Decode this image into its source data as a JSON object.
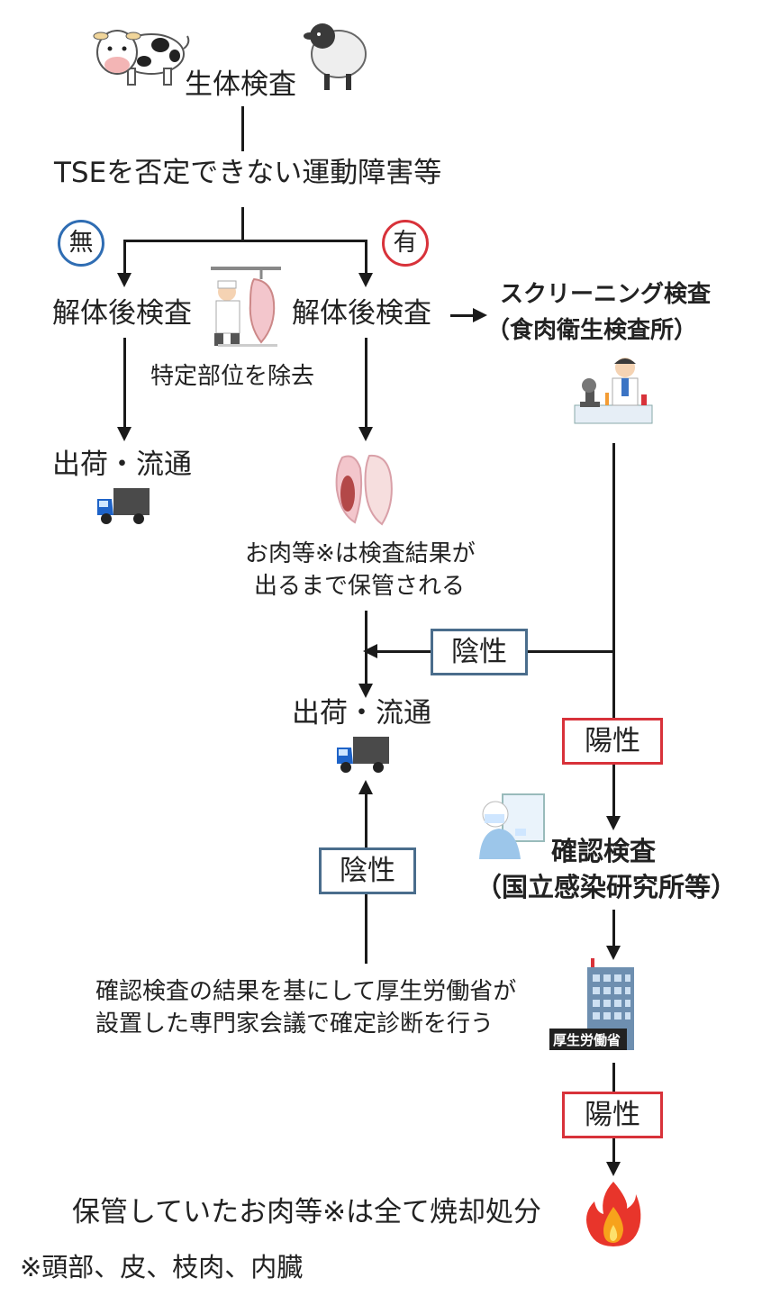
{
  "nodes": {
    "live_inspection": "生体検査",
    "tse_condition": "TSEを否定できない運動障害等",
    "branch_no": "無",
    "branch_yes": "有",
    "post_slaughter_left": "解体後検査",
    "post_slaughter_right": "解体後検査",
    "srm_removal": "特定部位を除去",
    "shipping_left": "出荷・流通",
    "screening_line1": "スクリーニング検査",
    "screening_line2": "（食肉衛生検査所）",
    "meat_storage_line1": "お肉等※は検査結果が",
    "meat_storage_line2": "出るまで保管される",
    "negative_1": "陰性",
    "positive_1": "陽性",
    "shipping_center": "出荷・流通",
    "confirm_line1": "確認検査",
    "confirm_line2": "（国立感染研究所等）",
    "negative_2": "陰性",
    "expert_line1": "確認検査の結果を基にして厚生労働省が",
    "expert_line2": "設置した専門家会議で確定診断を行う",
    "mhlw_sign": "厚生労働省",
    "positive_2": "陽性",
    "incineration": "保管していたお肉等※は全て焼却処分",
    "footnote": "※頭部、皮、枝肉、内臓"
  },
  "colors": {
    "negative_border": "#4a6d8c",
    "positive_border": "#d8323a",
    "branch_no_circle": "#2f6db3",
    "branch_yes_circle": "#d8323a"
  },
  "icons": [
    "cow-icon",
    "sheep-icon",
    "butcher-icon",
    "microscope-scientist-icon",
    "truck-icon",
    "meat-icon",
    "lab-worker-icon",
    "ministry-building-icon",
    "fire-icon"
  ]
}
